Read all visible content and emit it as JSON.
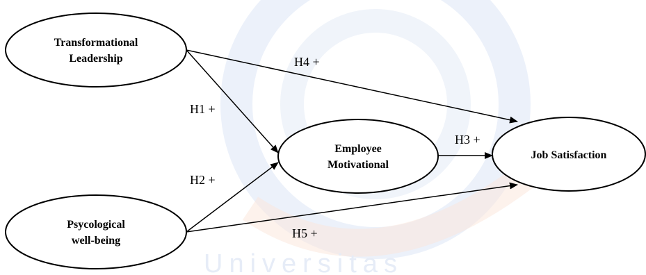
{
  "diagram": {
    "nodes": [
      {
        "id": "tl",
        "lines": [
          "Transformational",
          "Leadership"
        ]
      },
      {
        "id": "pwb",
        "lines": [
          "Psycological",
          "well-being"
        ]
      },
      {
        "id": "em",
        "lines": [
          "Employee",
          "Motivational"
        ]
      },
      {
        "id": "js",
        "lines": [
          "Job Satisfaction"
        ]
      }
    ],
    "edges": [
      {
        "id": "h1",
        "from": "tl",
        "to": "em",
        "label": "H1 +"
      },
      {
        "id": "h2",
        "from": "pwb",
        "to": "em",
        "label": "H2 +"
      },
      {
        "id": "h3",
        "from": "em",
        "to": "js",
        "label": "H3 +"
      },
      {
        "id": "h4",
        "from": "tl",
        "to": "js",
        "label": "H4 +"
      },
      {
        "id": "h5",
        "from": "pwb",
        "to": "js",
        "label": "H5 +"
      }
    ]
  },
  "watermark": {
    "text": "Universitas",
    "colors": {
      "blue": "#dde6f5",
      "orange": "#fbe6d9"
    }
  }
}
